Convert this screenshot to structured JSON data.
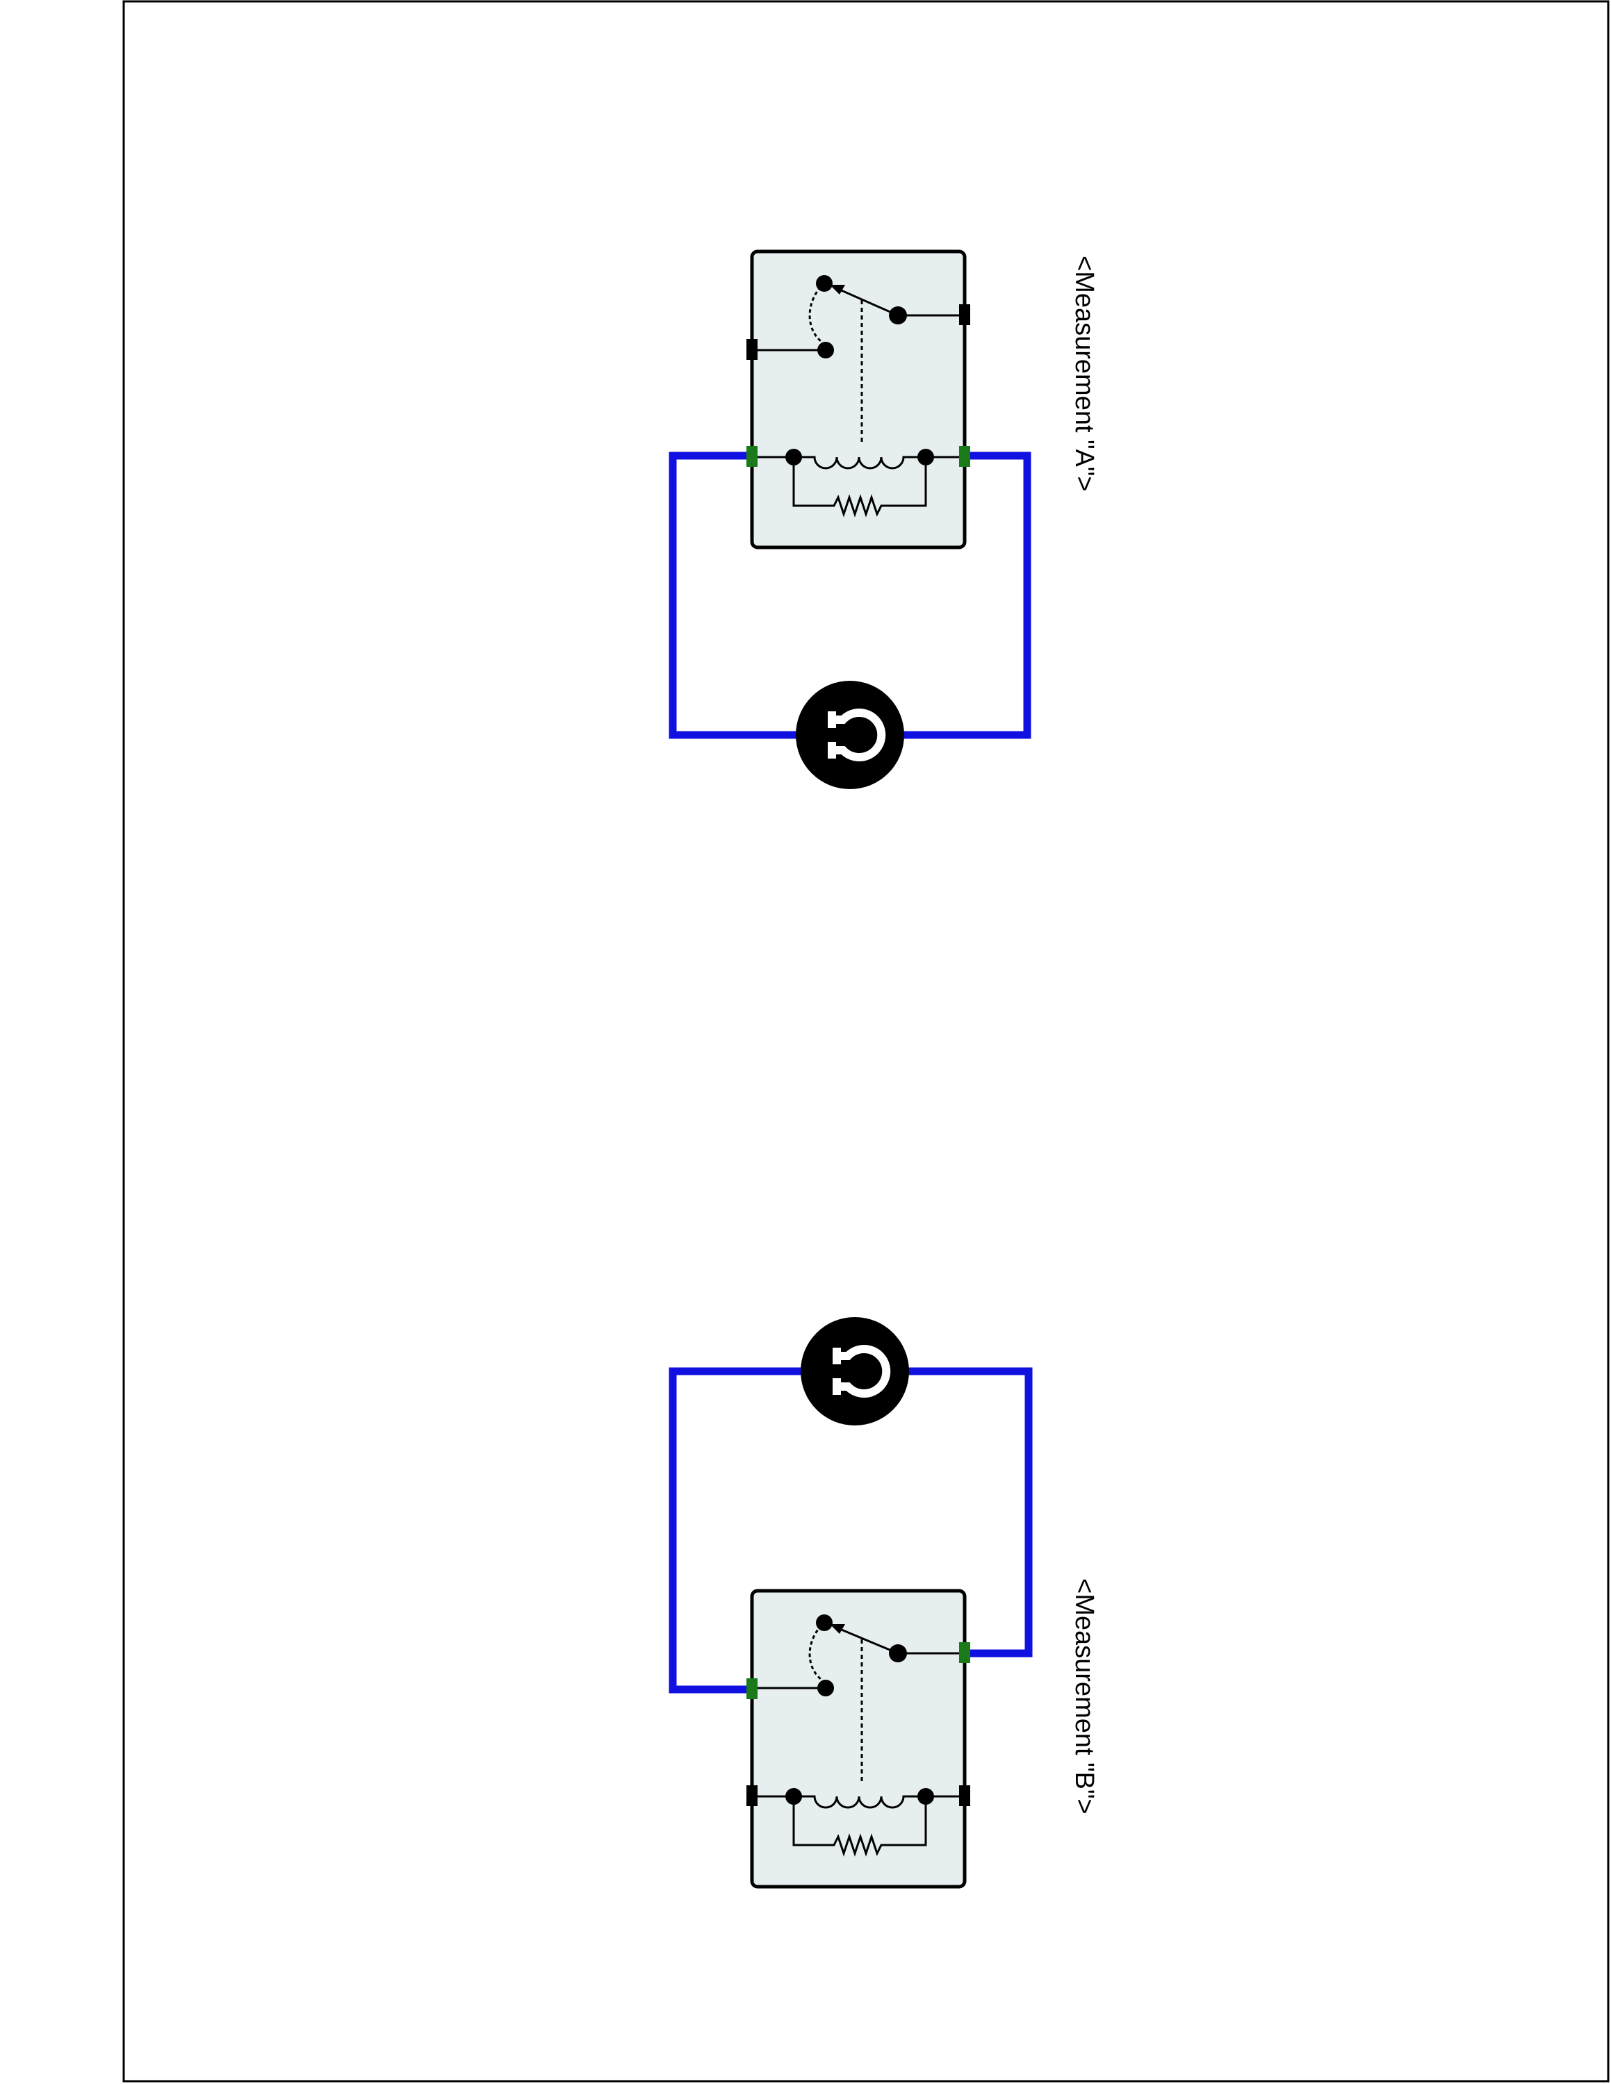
{
  "diagram": {
    "measurements": [
      {
        "id": "A",
        "label": "<Measurement \"A\">",
        "meter_type": "ohmmeter",
        "meter_symbol": "Ω",
        "measured_terminals": "coil"
      },
      {
        "id": "B",
        "label": "<Measurement \"B\">",
        "meter_type": "ohmmeter",
        "meter_symbol": "Ω",
        "measured_terminals": "switch"
      }
    ],
    "colors": {
      "wire": "#1010e0",
      "active_terminal": "#1a7a1a",
      "idle_terminal": "#000000",
      "relay_body": "#e7eef0",
      "meter_body": "#000000"
    }
  }
}
